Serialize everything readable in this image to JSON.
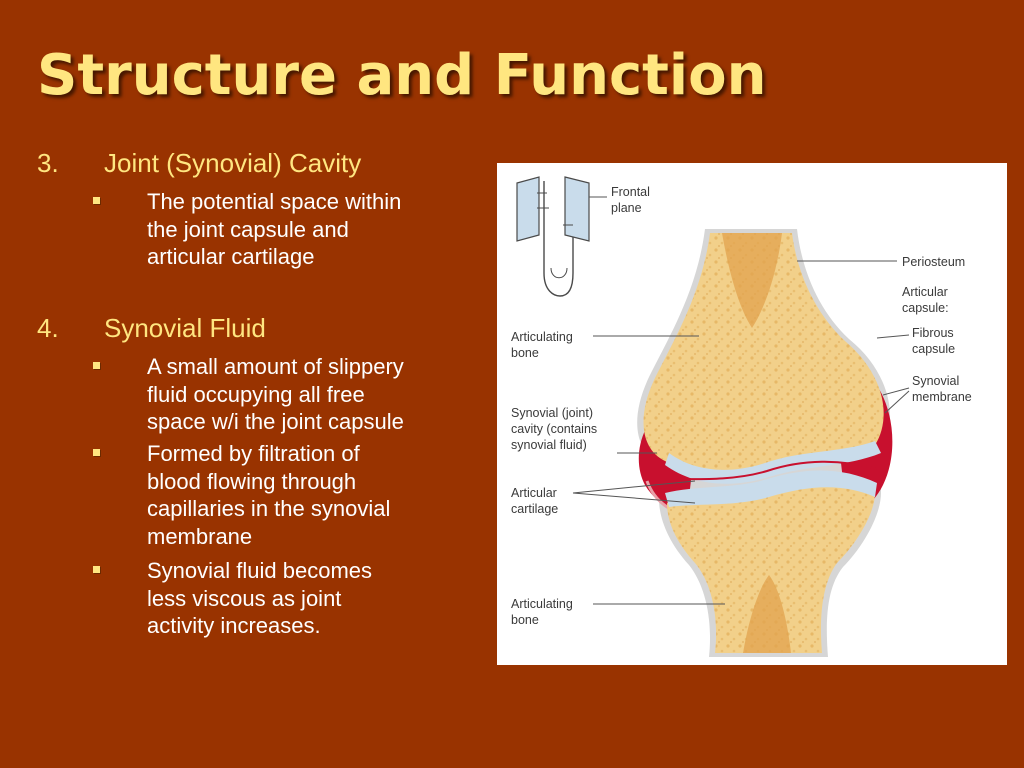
{
  "slide": {
    "title": "Structure and Function"
  },
  "sections": [
    {
      "number": "3.",
      "heading": "Joint (Synovial) Cavity",
      "bullets": [
        "The potential space within\nthe joint capsule and\narticular cartilage"
      ]
    },
    {
      "number": "4.",
      "heading": "Synovial Fluid",
      "bullets": [
        "A small amount of slippery\nfluid occupying all free\nspace w/i the joint capsule",
        "Formed by filtration of\nblood flowing through\ncapillaries in the synovial\nmembrane",
        "Synovial fluid becomes\nless viscous as joint\nactivity increases."
      ]
    }
  ],
  "figure": {
    "labels": {
      "frontal_plane": [
        "Frontal",
        "plane"
      ],
      "periosteum": "Periosteum",
      "articular_capsule": [
        "Articular",
        "capsule:"
      ],
      "fibrous_capsule": [
        "Fibrous",
        "capsule"
      ],
      "synovial_membrane": [
        "Synovial",
        "membrane"
      ],
      "articulating_bone_top": [
        "Articulating",
        "bone"
      ],
      "synovial_cavity": [
        "Synovial (joint)",
        "cavity (contains",
        "synovial fluid)"
      ],
      "articular_cartilage": [
        "Articular",
        "cartilage"
      ],
      "articulating_bone_bottom": [
        "Articulating",
        "bone"
      ]
    }
  },
  "colors": {
    "background": "#993300",
    "title": "#FFE680",
    "heading": "#FFE680",
    "body_text": "#FFFFFF",
    "bone": "#F2D08A",
    "membrane": "#C8102E",
    "cartilage": "#C9DCEB"
  }
}
